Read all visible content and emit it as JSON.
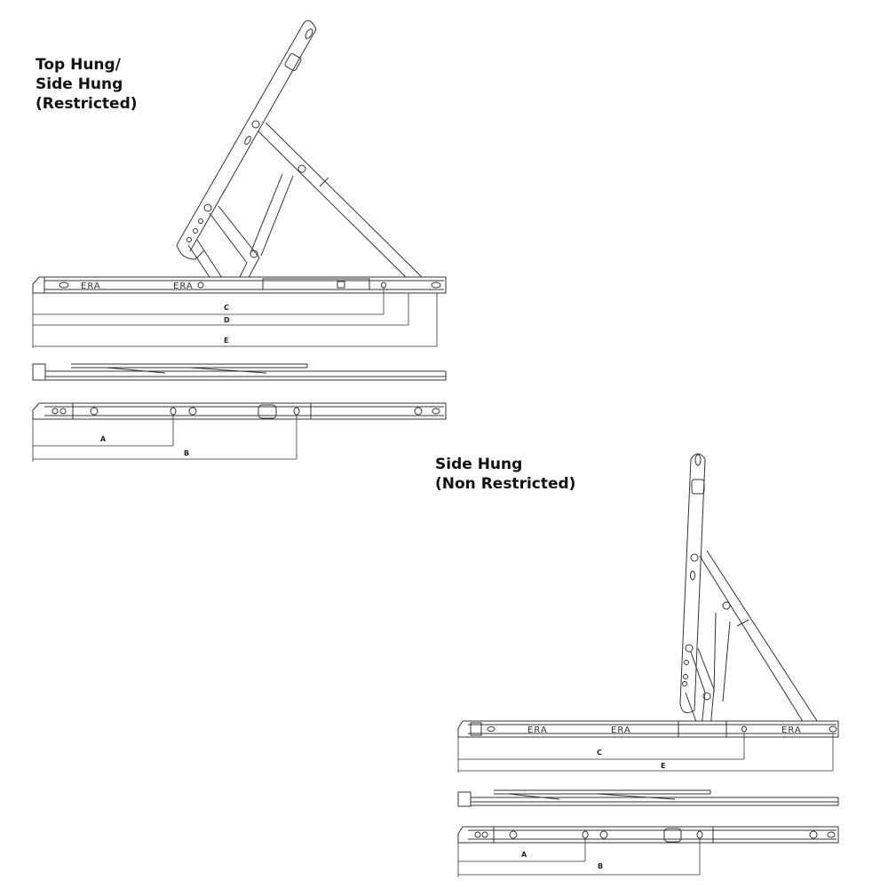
{
  "titles": {
    "restricted": [
      "Top Hung/",
      "Side Hung",
      "(Restricted)"
    ],
    "non_restricted": [
      "Side Hung",
      "(Non Restricted)"
    ]
  },
  "brand_mark": "ERA",
  "dimension_labels": {
    "restricted_top": [
      "C",
      "D",
      "E"
    ],
    "restricted_bottom": [
      "A",
      "B"
    ],
    "nonrestricted_top": [
      "C",
      "E"
    ],
    "nonrestricted_bottom": [
      "A",
      "B"
    ]
  },
  "colors": {
    "line": "#333333",
    "fill": "#ffffff"
  }
}
